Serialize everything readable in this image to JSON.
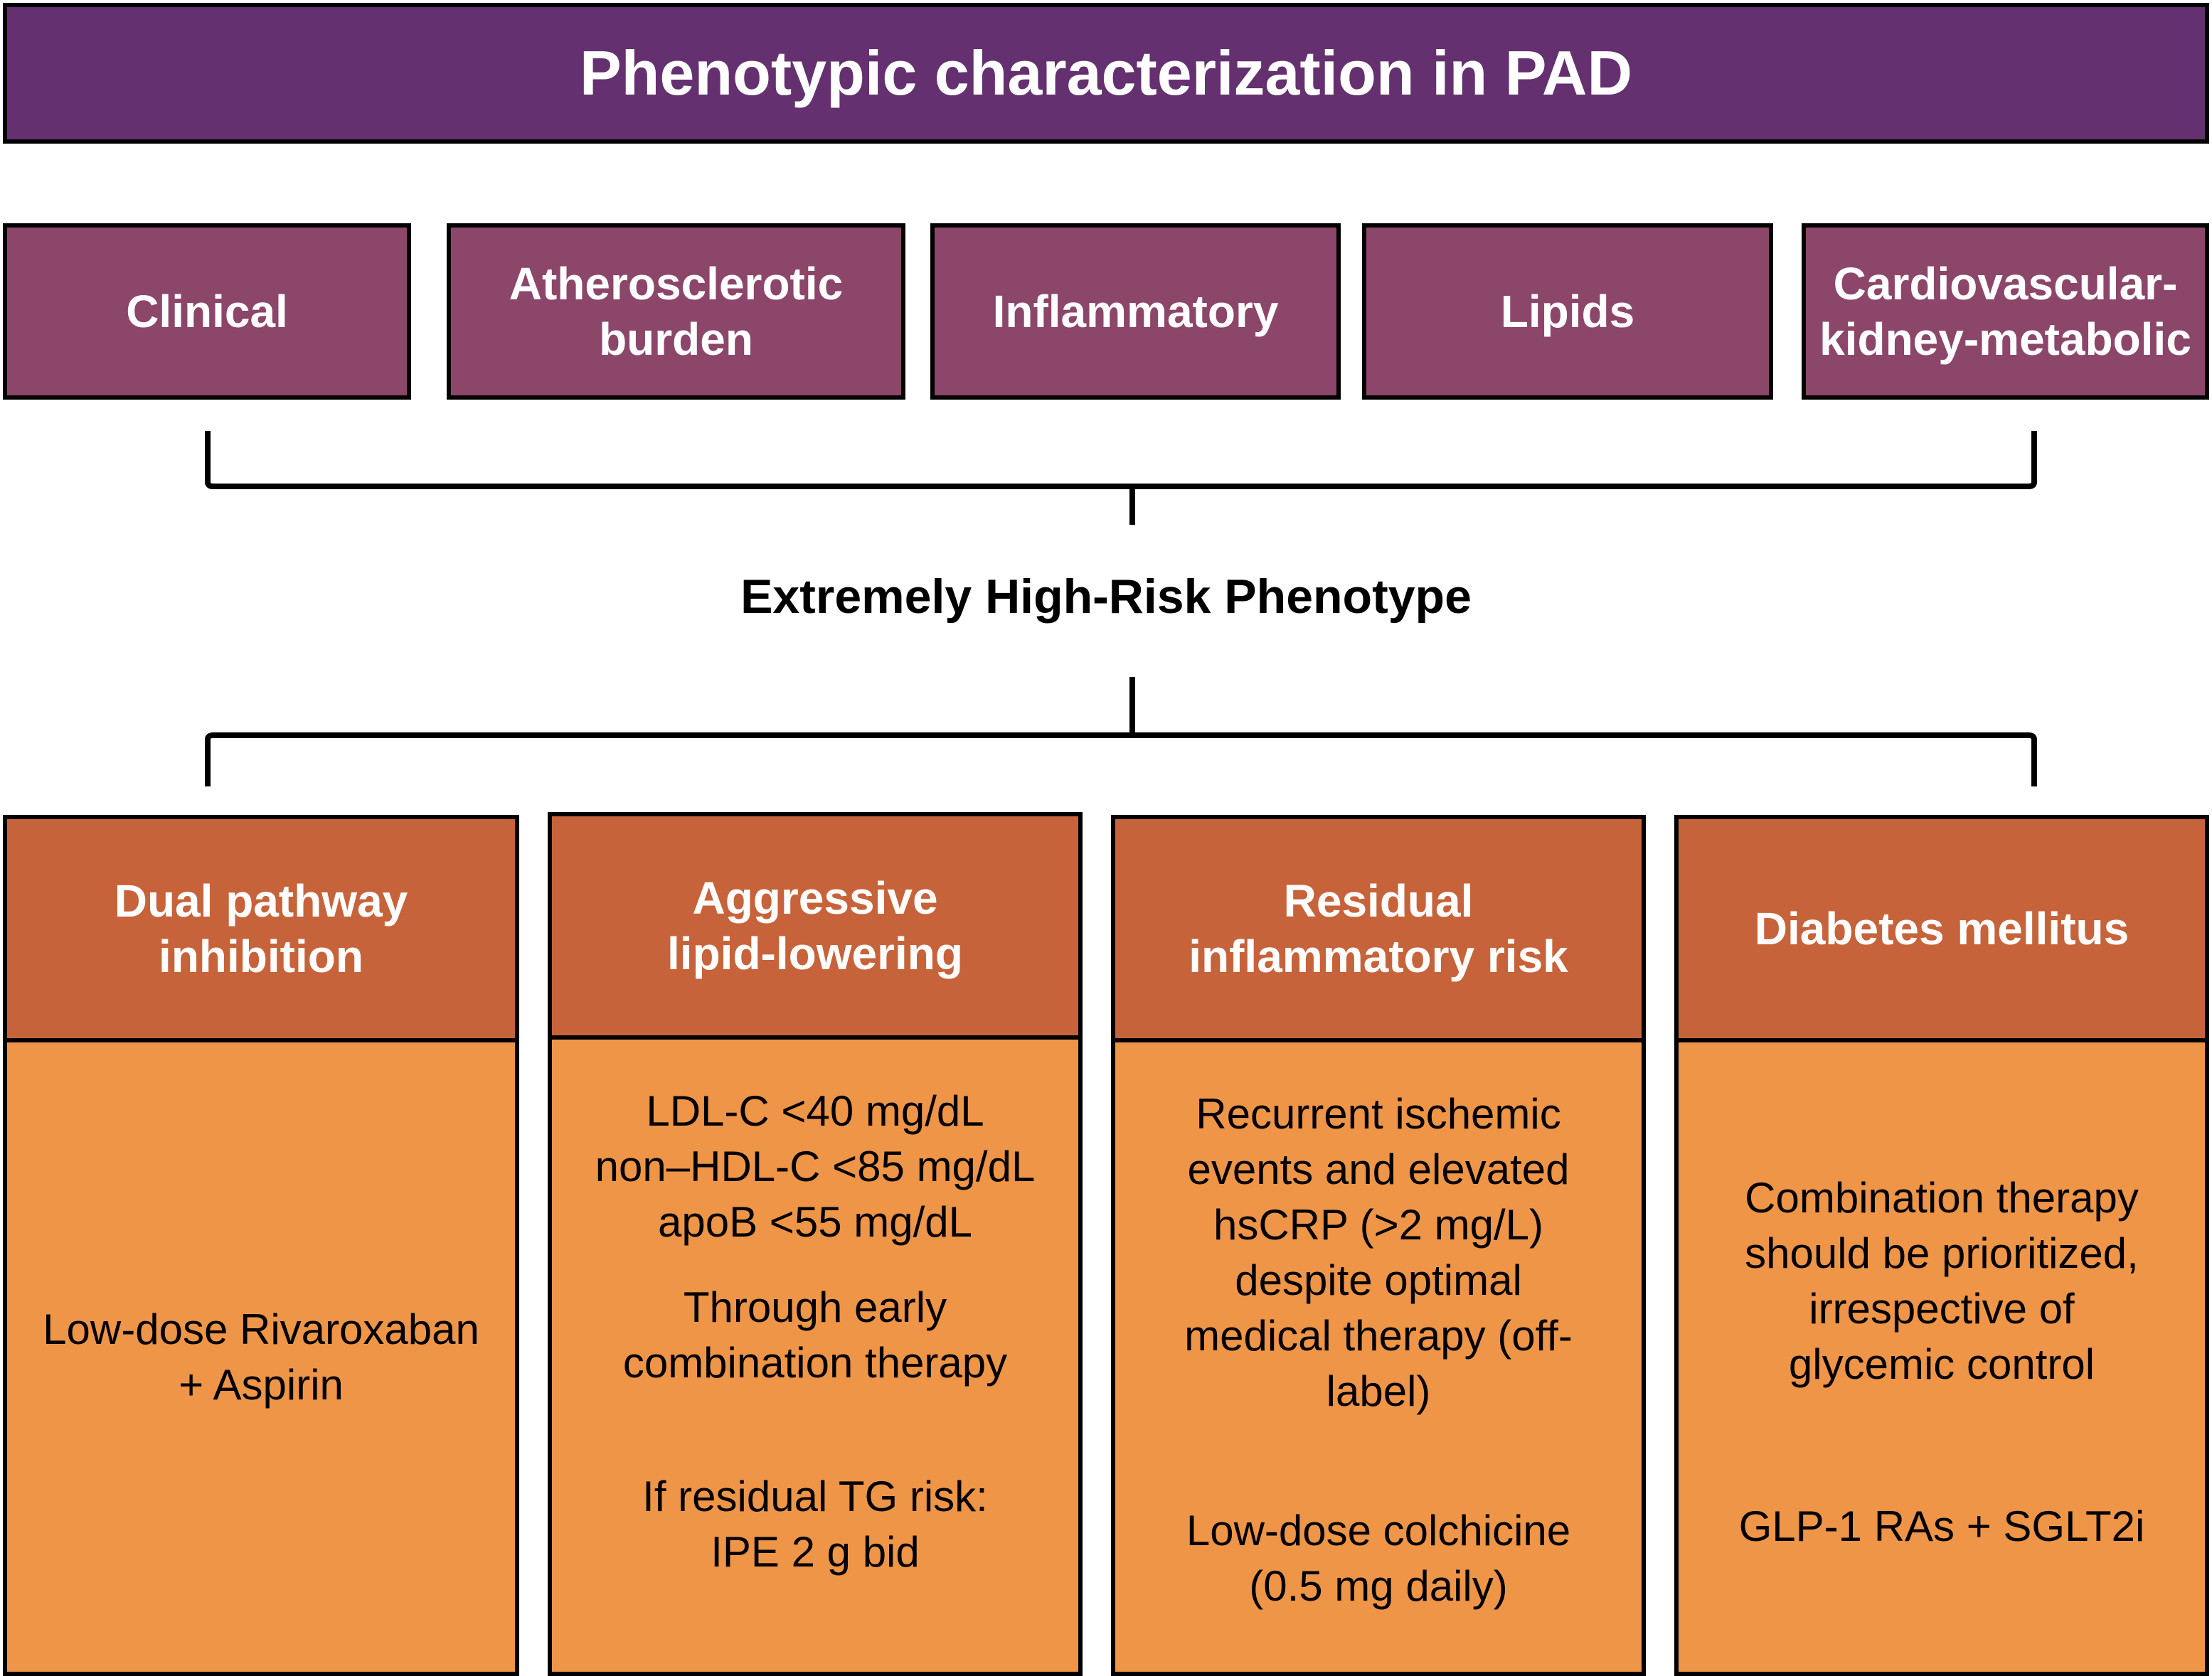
{
  "title": "Phenotypic characterization in PAD",
  "categories": [
    "Clinical",
    "Atherosclerotic\nburden",
    "Inflammatory",
    "Lipids",
    "Cardiovascular-\nkidney-metabolic"
  ],
  "phenotype": "Extremely High-Risk Phenotype",
  "columns": [
    {
      "heading": "Dual pathway\ninhibition",
      "body": [
        "Low-dose Rivaroxaban\n+ Aspirin"
      ]
    },
    {
      "heading": "Aggressive\nlipid-lowering",
      "body": [
        "LDL-C <40 mg/dL\nnon–HDL-C <85 mg/dL\napoB <55 mg/dL",
        "Through  early\ncombination therapy",
        "If residual TG risk:\nIPE 2 g bid"
      ]
    },
    {
      "heading": "Residual\ninflammatory risk",
      "body": [
        "Recurrent ischemic\nevents and elevated\nhsCRP (>2 mg/L)\ndespite optimal\nmedical therapy (off-\nlabel)",
        "Low-dose colchicine\n(0.5 mg daily)"
      ]
    },
    {
      "heading": "Diabetes mellitus",
      "body": [
        "Combination therapy\nshould be prioritized,\nirrespective of\nglycemic control",
        "GLP-1 RAs + SGLT2i"
      ]
    }
  ]
}
